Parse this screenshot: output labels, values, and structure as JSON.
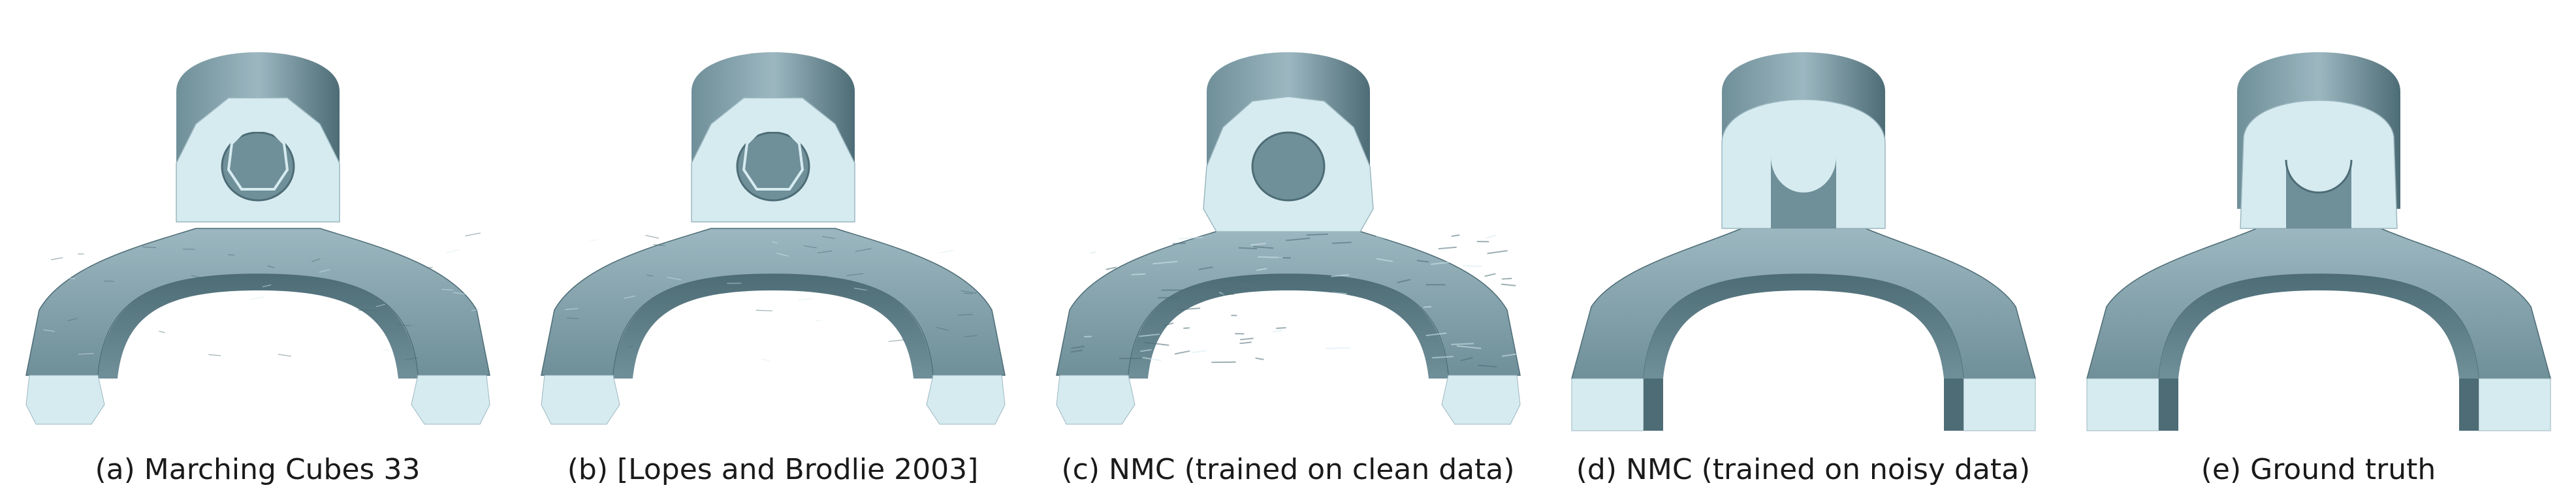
{
  "figure": {
    "panels": [
      {
        "id": "a",
        "caption": "(a) Marching Cubes 33",
        "variant": "faceted"
      },
      {
        "id": "b",
        "caption": "(b) [Lopes and Brodlie 2003]",
        "variant": "faceted"
      },
      {
        "id": "c",
        "caption": "(c) NMC (trained on clean data)",
        "variant": "noisy"
      },
      {
        "id": "d",
        "caption": "(d) NMC (trained on noisy data)",
        "variant": "sharp"
      },
      {
        "id": "e",
        "caption": "(e) Ground truth",
        "variant": "clean"
      }
    ],
    "colors": {
      "surface_light": "#d6ebf0",
      "surface_mid": "#9cb7c0",
      "surface_dark": "#6f8f99",
      "surface_shadow": "#4d6c76",
      "caption_text": "#1a1a1a"
    }
  }
}
